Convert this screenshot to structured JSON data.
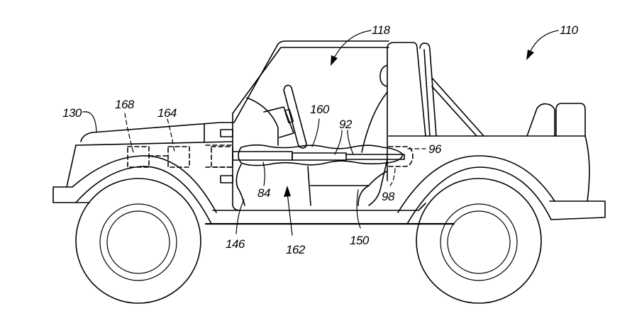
{
  "figure": {
    "type": "patent-drawing",
    "subject": "open-top utility vehicle, side view",
    "line_color": "#000000",
    "background_color": "#ffffff"
  },
  "labels": {
    "vehicle": "110",
    "cabin": "118",
    "hood": "130",
    "component_168": "168",
    "component_164": "164",
    "component_160": "160",
    "component_92": "92",
    "component_96": "96",
    "component_98": "98",
    "component_84": "84",
    "component_146": "146",
    "component_162": "162",
    "component_150": "150"
  }
}
